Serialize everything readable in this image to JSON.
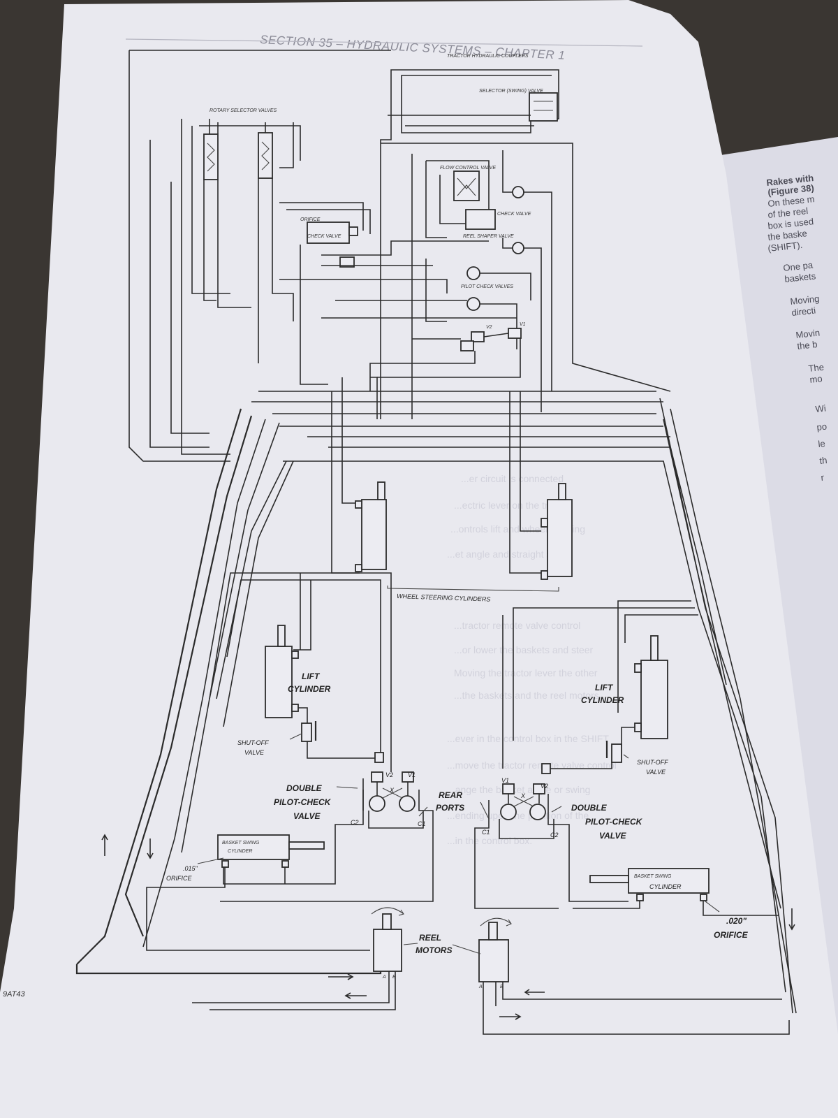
{
  "header": {
    "title": "SECTION 35 – HYDRAULIC SYSTEMS – CHAPTER 1"
  },
  "diagram": {
    "labels": {
      "tractor_couplers": "TRACTOR HYDRAULIC COUPLERS",
      "selector_swing_valve": "SELECTOR (SWING) VALVE",
      "rotary_selector_valves": "ROTARY SELECTOR VALVES",
      "flow_control_valve": "FLOW CONTROL VALVE",
      "check_valve_1": "CHECK VALVE",
      "reel_shaper_valve": "REEL SHAPER VALVE",
      "orifice_top": "ORIFICE",
      "check_valve_2": "CHECK VALVE",
      "pilot_check_valves": "PILOT CHECK VALVES",
      "v2_top": "V2",
      "v1_top": "V1",
      "wheel_steering": "WHEEL STEERING CYLINDERS",
      "lift_cyl_left_1": "LIFT",
      "lift_cyl_left_2": "CYLINDER",
      "lift_cyl_right_1": "LIFT",
      "lift_cyl_right_2": "CYLINDER",
      "shutoff_left_1": "SHUT-OFF",
      "shutoff_left_2": "VALVE",
      "shutoff_right_1": "SHUT-OFF",
      "shutoff_right_2": "VALVE",
      "dpcv_left_1": "DOUBLE",
      "dpcv_left_2": "PILOT-CHECK",
      "dpcv_left_3": "VALVE",
      "dpcv_right_1": "DOUBLE",
      "dpcv_right_2": "PILOT-CHECK",
      "dpcv_right_3": "VALVE",
      "rear_ports_1": "REAR",
      "rear_ports_2": "PORTS",
      "v2_left": "V2",
      "v1_left": "V1",
      "v1_right": "V1",
      "v2_right": "V2",
      "x_left": "X",
      "x_right": "X",
      "c2_left": "C2",
      "c1_left": "C1",
      "c1_right": "C1",
      "c2_right": "C2",
      "basket_left_1": "BASKET SWING",
      "basket_left_2": "CYLINDER",
      "basket_right_1": "BASKET SWING",
      "basket_right_2": "CYLINDER",
      "orifice_left_1": ".015\"",
      "orifice_left_2": "ORIFICE",
      "orifice_right_1": ".020\"",
      "orifice_right_2": "ORIFICE",
      "reel_motors_1": "REEL",
      "reel_motors_2": "MOTORS",
      "a_left": "A",
      "b_left": "B",
      "a_right": "A",
      "b_right": "B"
    },
    "figure_id": "9AT43"
  },
  "side_page": {
    "lines": [
      "Rakes with",
      "(Figure 38)",
      "On these m",
      "of the reel",
      "box is used",
      "the baske",
      "(SHIFT).",
      "One pa",
      "baskets",
      "Moving",
      "directi",
      "Movin",
      "the b",
      "The",
      "mo",
      "Wi",
      "po",
      "le",
      "th",
      "r"
    ]
  }
}
